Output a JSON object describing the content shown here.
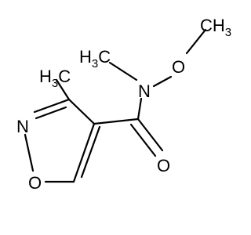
{
  "molecule": {
    "atoms": {
      "methoxy_carbon": "CH",
      "methoxy_carbon_subscript": "3",
      "oxygen_methoxy": "O",
      "nitrogen_amide": "N",
      "n_methyl_prefix": "H",
      "n_methyl_subscript": "3",
      "n_methyl_suffix": "C",
      "ring_methyl_prefix": "H",
      "ring_methyl_subscript": "3",
      "ring_methyl_suffix": "C",
      "ring_nitrogen": "N",
      "ring_oxygen": "O",
      "carbonyl_oxygen": "O"
    }
  }
}
